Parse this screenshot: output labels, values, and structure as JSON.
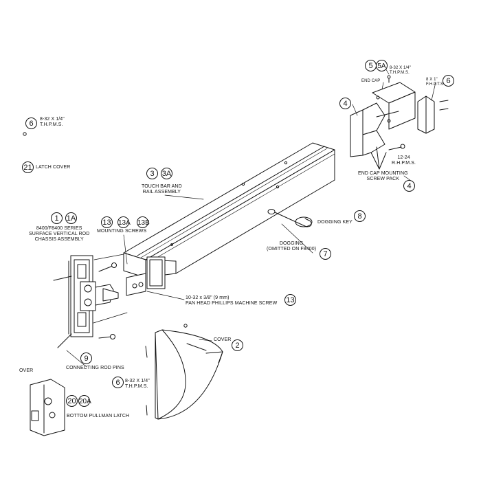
{
  "callouts": {
    "c6_top": "6",
    "c21": "21",
    "c3": "3",
    "c3a": "3A",
    "c1": "1",
    "c1a": "1A",
    "c13a": "13",
    "c13b": "13A",
    "c13c": "13B",
    "c9": "9",
    "c20": "20",
    "c20a": "20A",
    "c6_bottom": "6",
    "c2": "2",
    "c13_screw": "13",
    "c7": "7",
    "c8": "8",
    "c5": "5",
    "c5a": "5A",
    "c4_top": "4",
    "c6_right": "6",
    "c4_pack": "4"
  },
  "labels": {
    "screw_top_left": "8-32 X 1/4\"\nT.H.P.M.S.",
    "latch_cover": "LATCH COVER",
    "touch_bar": "TOUCH BAR AND\nRAIL ASSEMBLY",
    "chassis": "8400/F8400 SERIES\nSURFACE VERTICAL ROD\nCHASSIS ASSEMBLY",
    "mounting_screws": "MOUNTING SCREWS",
    "connecting_rod_pins": "CONNECTING ROD PINS",
    "cover_partial": "OVER",
    "bottom_latch": "BOTTOM PULLMAN LATCH",
    "screw_bottom": "8-32 X 1/4\"\nT.H.P.M.S.",
    "cover": "COVER",
    "pan_head": "10-32 x 3/8\" (9 mm)\nPAN HEAD PHILLIPS MACHINE SCREW",
    "dogging": "DOGGING\n(OMITTED ON F8400)",
    "dogging_key": "DOGGING KEY",
    "end_cap_screw": "8-32 X 1/4\"\nT.H.P.M.S.",
    "end_cap": "END CAP",
    "right_screw": "8 X 1\"\nF.H.P.T.S.",
    "rhpms": "12-24\nR.H.P.M.S.",
    "end_cap_pack": "END CAP MOUNTING\nSCREW PACK"
  }
}
